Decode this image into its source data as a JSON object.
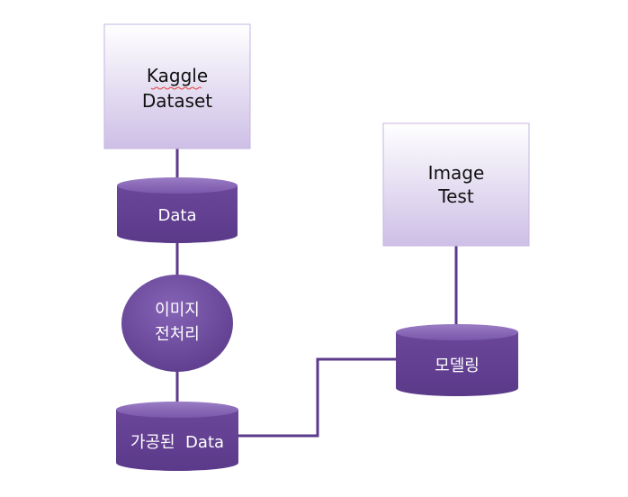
{
  "diagram": {
    "kaggle_box": {
      "line1": "Kaggle",
      "line2": "Dataset"
    },
    "image_test_box": {
      "line1": "Image",
      "line2": "Test"
    },
    "data_db": {
      "label": "Data"
    },
    "preprocess_circle": {
      "line1": "이미지",
      "line2": "전처리"
    },
    "processed_db": {
      "label": "가공된  Data"
    },
    "modeling_db": {
      "label": "모델링"
    }
  },
  "colors": {
    "box_fill_top": "#ffffff",
    "box_fill_bottom": "#cdbfe6",
    "box_border": "#c6b6df",
    "node_fill": "#6f4a9f",
    "node_fill_dark": "#5b3a8a",
    "node_fill_light": "#8b6bb8",
    "connector": "#5b3a8a",
    "node_text": "#ffffff",
    "box_text": "#111111",
    "squiggle": "#e0403a"
  }
}
